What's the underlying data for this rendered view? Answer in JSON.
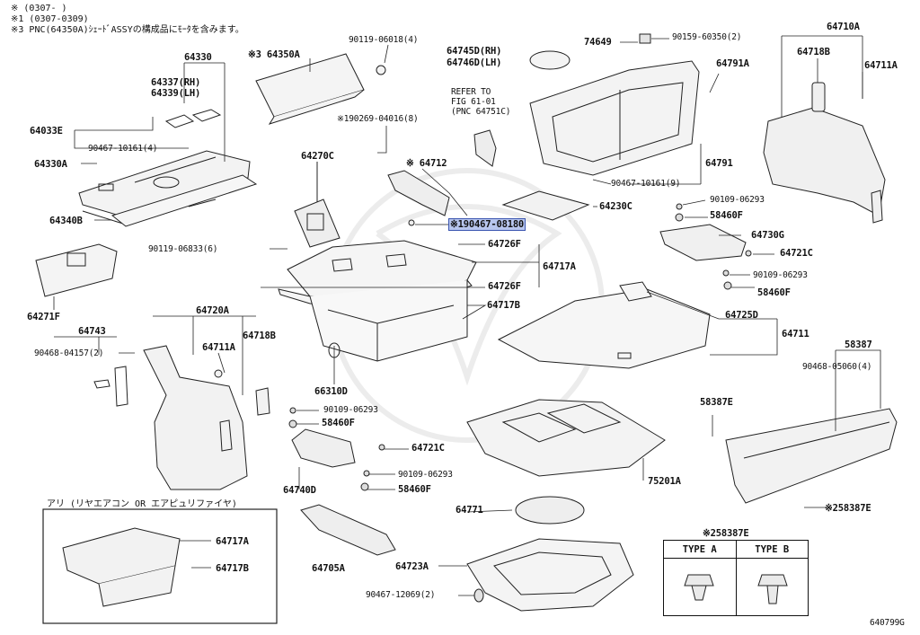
{
  "notes": {
    "n1": "※  (0307-     )",
    "n2": "※1 (0307-0309)",
    "n3": "※3 PNC(64350A)ｼｪｰﾄﾞASSYの構成品にﾓｰﾀを含みます。"
  },
  "labels": {
    "p64330": "64330",
    "p64337": "64337(RH)",
    "p64339": "64339(LH)",
    "p64033E": "64033E",
    "p90467_10161_4": "90467-10161(4)",
    "p64330A": "64330A",
    "p64340B": "64340B",
    "p64271F": "64271F",
    "p64743": "64743",
    "p90468_04157": "90468-04157(2)",
    "p64720A": "64720A",
    "p64711A_l": "64711A",
    "p64718B_l": "64718B",
    "p64350A": "※3 64350A",
    "p90119_06018": "90119-06018(4)",
    "p64270C": "64270C",
    "p90119_06833": "90119-06833(6)",
    "p190269": "※190269-04016(8)",
    "p64712": "※ 64712",
    "p190467_08180": "※190467-08180",
    "p64726F_a": "64726F",
    "p64717A": "64717A",
    "p64726F_b": "64726F",
    "p64717B": "64717B",
    "p66310D": "66310D",
    "p90109_06293_a": "90109-06293",
    "p58460F_a": "58460F",
    "p64721C_a": "64721C",
    "p64740D": "64740D",
    "p90109_06293_b": "90109-06293",
    "p58460F_b": "58460F",
    "p64745D": "64745D(RH)",
    "p64746D": "64746D(LH)",
    "p_refer1": "REFER TO",
    "p_refer2": "FIG 61-01",
    "p_refer3": "(PNC 64751C)",
    "p74649": "74649",
    "p90159_60350": "90159-60350(2)",
    "p64791A": "64791A",
    "p64791": "64791",
    "p90467_10161_9": "90467-10161(9)",
    "p64230C": "64230C",
    "p90109_06293_c": "90109-06293",
    "p58460F_c": "58460F",
    "p64730G": "64730G",
    "p64721C_b": "64721C",
    "p90109_06293_d": "90109-06293",
    "p58460F_d": "58460F",
    "p64725D": "64725D",
    "p64711": "64711",
    "p64710A": "64710A",
    "p64718B_r": "64718B",
    "p64711A_r": "64711A",
    "p58387": "58387",
    "p90468_05060": "90468-05060(4)",
    "p58387E": "58387E",
    "p258387E": "※258387E",
    "p75201A": "75201A",
    "p64771": "64771",
    "p64705A": "64705A",
    "p64723A": "64723A",
    "p90467_12069": "90467-12069(2)",
    "p64717A_inset": "64717A",
    "p64717B_inset": "64717B",
    "inset_title": "アリ (リヤエアコン OR エアピュリファイヤ)",
    "fig_no": "640799G"
  },
  "clip_table": {
    "title": "※258387E",
    "type_a": "TYPE A",
    "type_b": "TYPE B"
  }
}
